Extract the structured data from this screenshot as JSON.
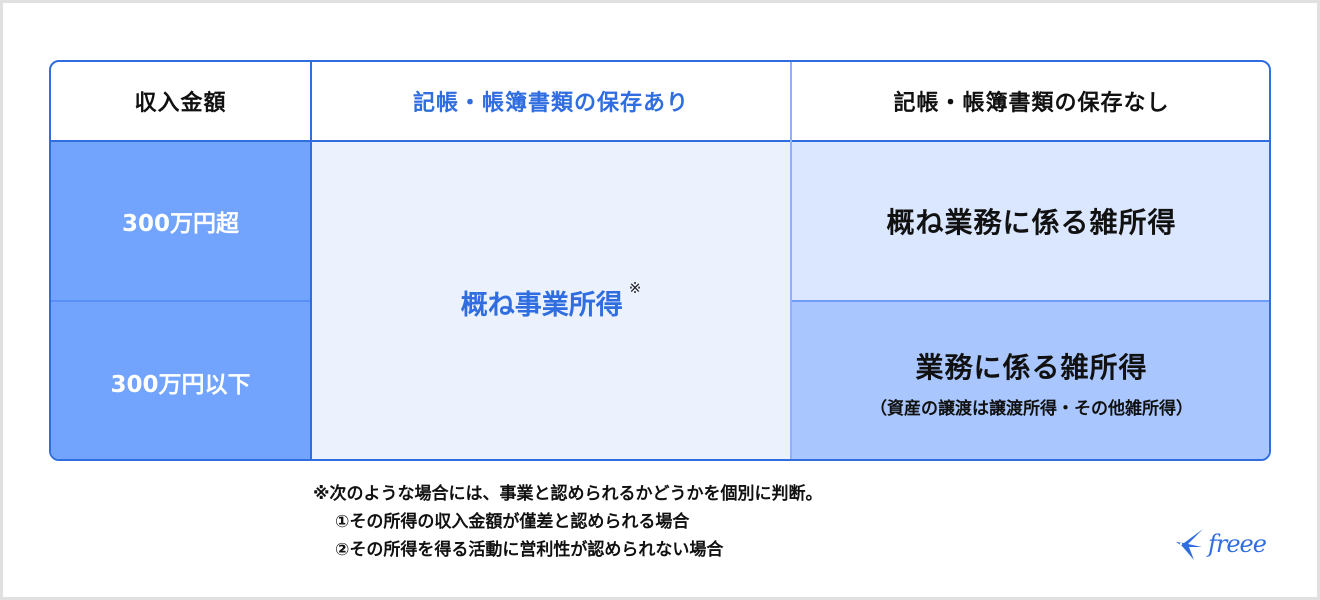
{
  "table": {
    "headers": {
      "income_amount": "収入金額",
      "with_records": "記帳・帳簿書類の保存あり",
      "without_records": "記帳・帳簿書類の保存なし"
    },
    "rows": [
      {
        "amount": "300万円超",
        "without_records": "概ね業務に係る雑所得",
        "without_records_note": ""
      },
      {
        "amount": "300万円以下",
        "without_records": "業務に係る雑所得",
        "without_records_note": "（資産の譲渡は譲渡所得・その他雑所得）"
      }
    ],
    "with_records_result": "概ね事業所得",
    "with_records_mark": "※"
  },
  "footnote": {
    "line1": "※次のような場合には、事業と認められるかどうかを個別に判断。",
    "line2": "①その所得の収入金額が僅差と認められる場合",
    "line3": "②その所得を得る活動に営利性が認められない場合"
  },
  "logo": {
    "text": "freee",
    "icon": "swallow-bird-icon"
  },
  "colors": {
    "accent_blue": "#2f6de0",
    "amount_cell": "#72a4fd",
    "with_records_cell": "#ebf2fe",
    "over_cell": "#dbe7fe",
    "under_cell": "#a9c7fe"
  }
}
